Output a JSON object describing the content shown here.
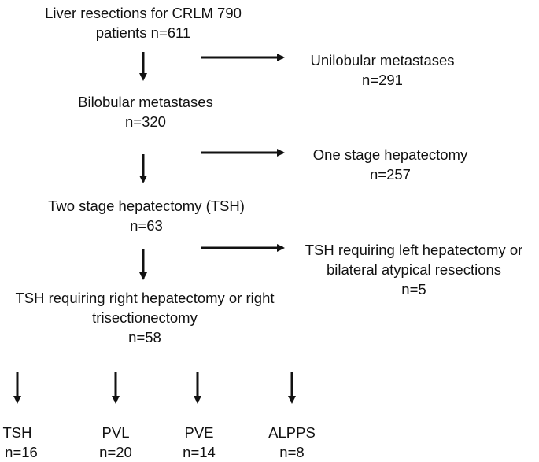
{
  "flowchart": {
    "root": {
      "line1": "Liver resections for CRLM 790",
      "line2": "patients n=611"
    },
    "bilobular": {
      "line1": "Bilobular metastases",
      "line2": "n=320"
    },
    "unilobular": {
      "line1": "Unilobular metastases",
      "line2": "n=291"
    },
    "one_stage": {
      "line1": "One stage hepatectomy",
      "line2": "n=257"
    },
    "tsh": {
      "line1": "Two stage hepatectomy (TSH)",
      "line2": "n=63"
    },
    "tsh_left": {
      "line1": "TSH requiring left hepatectomy or",
      "line2": "bilateral atypical resections",
      "line3": "n=5"
    },
    "tsh_right": {
      "line1": "TSH requiring right hepatectomy or right",
      "line2": "trisectionectomy",
      "line3": "n=58"
    },
    "leaves": [
      {
        "label": "TSH",
        "count": "n=16"
      },
      {
        "label": "PVL",
        "count": "n=20"
      },
      {
        "label": "PVE",
        "count": "n=14"
      },
      {
        "label": "ALPPS",
        "count": "n=8"
      }
    ]
  }
}
